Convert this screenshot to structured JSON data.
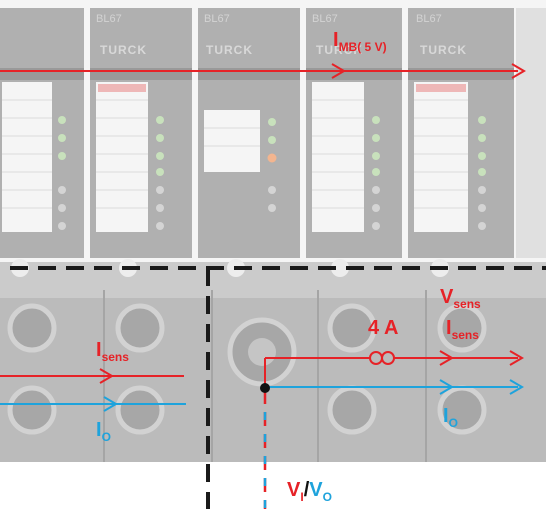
{
  "modules": {
    "brand": "TURCK",
    "model": "BL67"
  },
  "labels": {
    "current_mb_main": "I",
    "current_mb_sub": "MB( 5 V)",
    "current_sens_left_main": "I",
    "current_sens_left_sub": "sens",
    "current_out_left_main": "I",
    "current_out_left_sub": "O",
    "fuse_rating": "4 A",
    "voltage_sens_main": "V",
    "voltage_sens_sub": "sens",
    "current_sens_right_main": "I",
    "current_sens_right_sub": "sens",
    "current_out_right_main": "I",
    "current_out_right_sub": "O",
    "voltage_in_main": "V",
    "voltage_in_sub": "I",
    "separator": "/",
    "voltage_out_main": "V",
    "voltage_out_sub": "O"
  },
  "colors": {
    "supply_line": "#e62227",
    "output_line": "#1ea3dc",
    "boundary_line": "#1a1a1a"
  }
}
